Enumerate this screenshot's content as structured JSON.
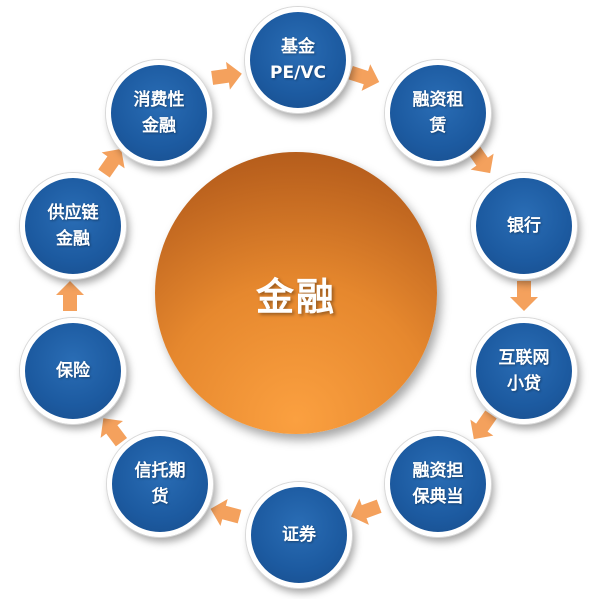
{
  "center": {
    "label": "金融",
    "color": "#e6882e"
  },
  "nodes": [
    {
      "id": "fund",
      "label": "基金\nPE/VC"
    },
    {
      "id": "leasing",
      "label": "融资租\n赁"
    },
    {
      "id": "bank",
      "label": "银行"
    },
    {
      "id": "internet-lending",
      "label": "互联网\n小贷"
    },
    {
      "id": "guarantee-pawn",
      "label": "融资担\n保典当"
    },
    {
      "id": "securities",
      "label": "证券"
    },
    {
      "id": "trust-futures",
      "label": "信托期\n货"
    },
    {
      "id": "insurance",
      "label": "保险"
    },
    {
      "id": "supply-chain",
      "label": "供应链\n金融"
    },
    {
      "id": "consumer-finance",
      "label": "消费性\n金融"
    }
  ],
  "colors": {
    "node": "#1c5aa0",
    "arrow": "#f4a15d"
  },
  "icons": {
    "connector": "arrow-icon"
  }
}
